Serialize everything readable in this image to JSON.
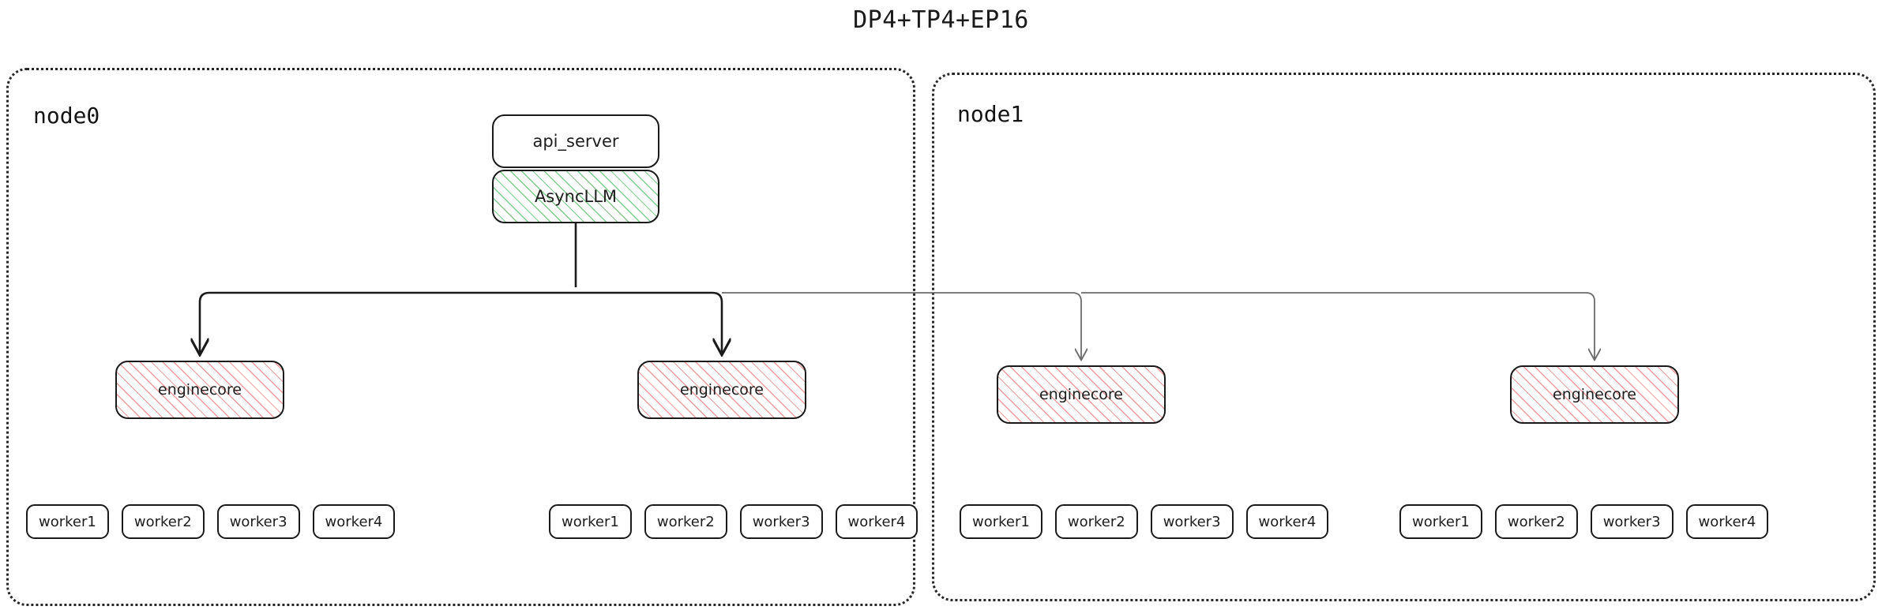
{
  "title": "DP4+TP4+EP16",
  "colors": {
    "stroke_dark": "#1a1a1a",
    "stroke_grey": "#6b6b6b",
    "hatch_green": "#7bc887",
    "hatch_pink": "#e88c8c",
    "background": "#ffffff",
    "node_border": "#262626"
  },
  "nodes": [
    {
      "id": "node0",
      "label": "node0",
      "has_api_server": true,
      "api_server": {
        "label": "api_server",
        "fill": "white"
      },
      "async_llm": {
        "label": "AsyncLLM",
        "fill": "green-hatch"
      },
      "enginecores": [
        {
          "label": "enginecore",
          "fill": "pink-hatch",
          "arrow": "dark"
        },
        {
          "label": "enginecore",
          "fill": "pink-hatch",
          "arrow": "dark"
        }
      ],
      "worker_groups": [
        {
          "workers": [
            "worker1",
            "worker2",
            "worker3",
            "worker4"
          ]
        },
        {
          "workers": [
            "worker1",
            "worker2",
            "worker3",
            "worker4"
          ]
        }
      ]
    },
    {
      "id": "node1",
      "label": "node1",
      "has_api_server": false,
      "enginecores": [
        {
          "label": "enginecore",
          "fill": "pink-hatch",
          "arrow": "grey"
        },
        {
          "label": "enginecore",
          "fill": "pink-hatch",
          "arrow": "grey"
        }
      ],
      "worker_groups": [
        {
          "workers": [
            "worker1",
            "worker2",
            "worker3",
            "worker4"
          ]
        },
        {
          "workers": [
            "worker1",
            "worker2",
            "worker3",
            "worker4"
          ]
        }
      ]
    }
  ],
  "connections": {
    "source": "AsyncLLM",
    "targets": [
      "enginecore",
      "enginecore",
      "enginecore",
      "enginecore"
    ],
    "style": "orthogonal-bus-with-arrowheads"
  }
}
